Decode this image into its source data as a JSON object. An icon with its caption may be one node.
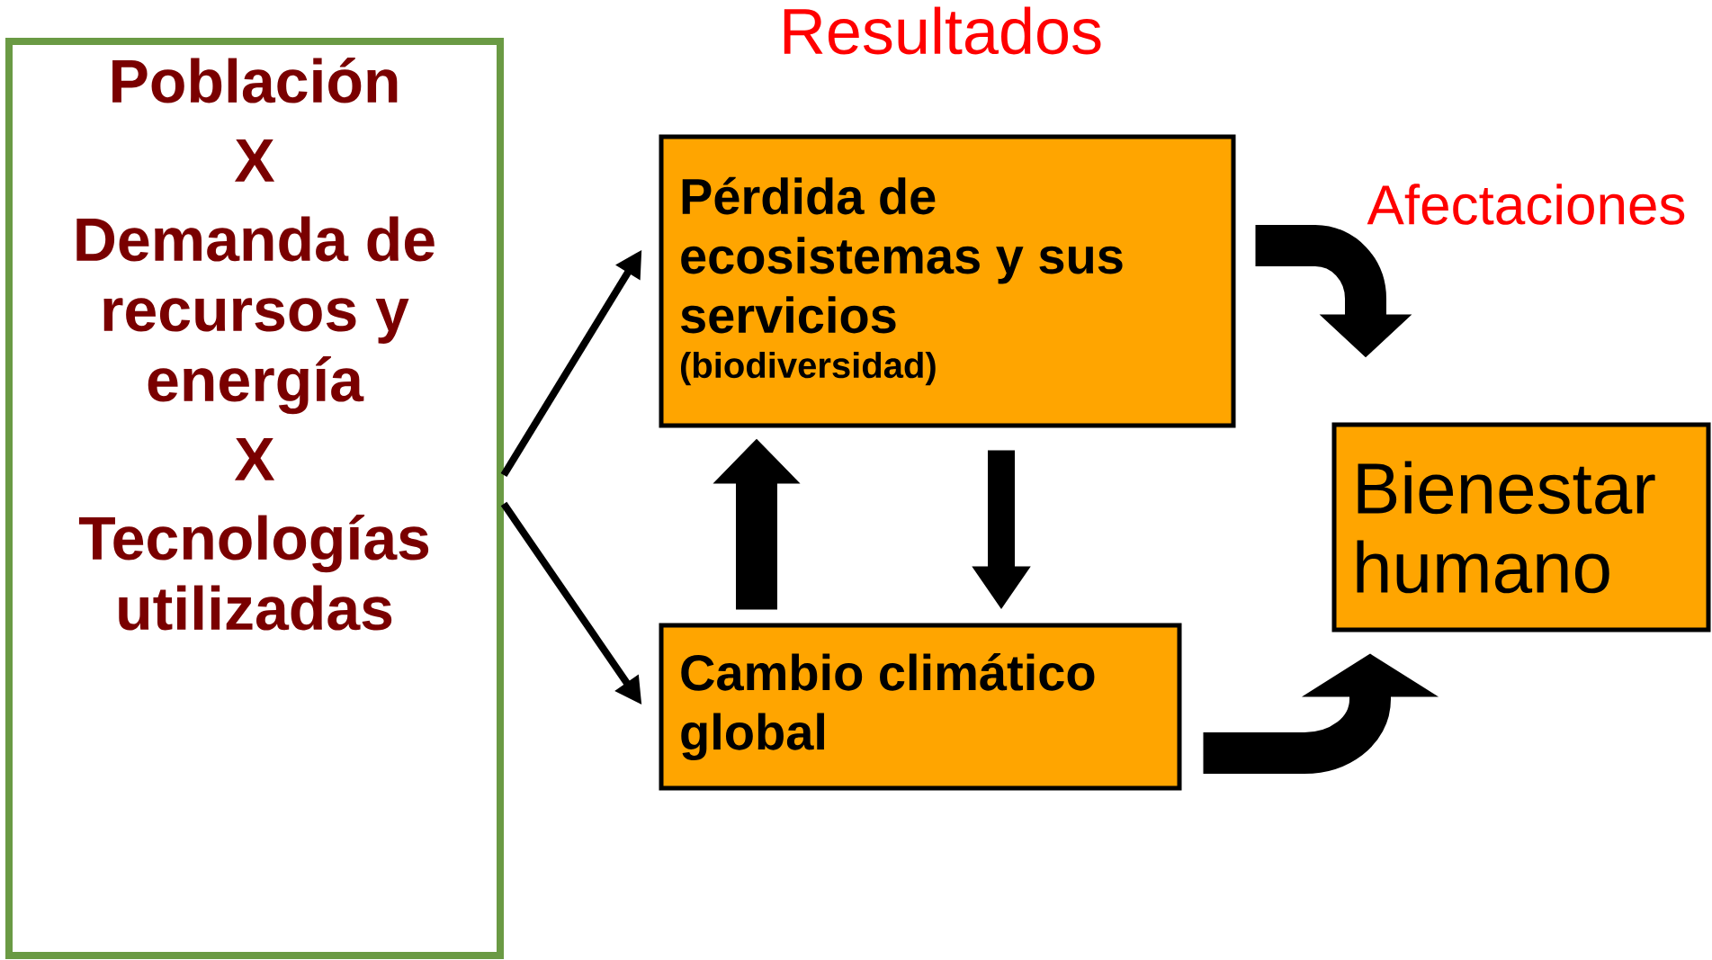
{
  "diagram": {
    "title": "Resultados",
    "nodes": [
      {
        "text": [
          "Población",
          "X",
          "Demanda de recursos y energía",
          "X",
          "Tecnologías utilizadas"
        ]
      },
      {
        "text": [
          "Pérdida de ecosistemas y sus servicios",
          "(biodiversidad)"
        ]
      },
      {
        "text": [
          "Cambio climático global"
        ]
      },
      {
        "text": [
          "Bienestar humano"
        ]
      }
    ],
    "edges": [
      {
        "from": 0,
        "to": 1,
        "arrow": "to"
      },
      {
        "from": 0,
        "to": 2,
        "arrow": "to"
      },
      {
        "from": 2,
        "to": 1,
        "arrow": "to"
      },
      {
        "from": 1,
        "to": 2,
        "arrow": "to"
      },
      {
        "from": 1,
        "to": 3,
        "arrow": "to"
      },
      {
        "from": 2,
        "to": 3,
        "arrow": "to"
      }
    ],
    "labels": [
      "Afectaciones"
    ]
  }
}
